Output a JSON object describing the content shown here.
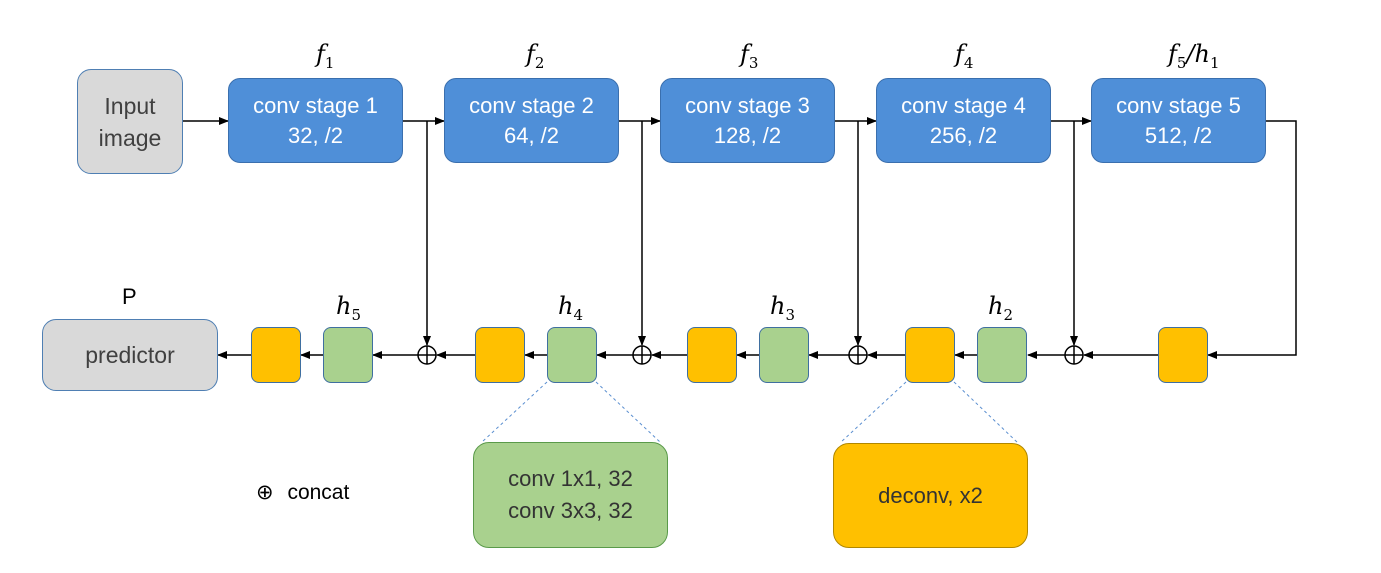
{
  "input": {
    "line1": "Input",
    "line2": "image"
  },
  "stages": [
    {
      "name": "conv stage 1",
      "spec": "32, /2",
      "feature": "f",
      "sub": "1"
    },
    {
      "name": "conv stage 2",
      "spec": "64, /2",
      "feature": "f",
      "sub": "2"
    },
    {
      "name": "conv stage 3",
      "spec": "128, /2",
      "feature": "f",
      "sub": "3"
    },
    {
      "name": "conv stage 4",
      "spec": "256, /2",
      "feature": "f",
      "sub": "4"
    },
    {
      "name": "conv stage 5",
      "spec": "512, /2",
      "feature": "f",
      "sub": "5",
      "extra": "/h",
      "extra_sub": "1"
    }
  ],
  "merge_labels": [
    {
      "var": "h",
      "sub": "5"
    },
    {
      "var": "h",
      "sub": "4"
    },
    {
      "var": "h",
      "sub": "3"
    },
    {
      "var": "h",
      "sub": "2"
    }
  ],
  "predictor": {
    "label": "predictor",
    "title": "P"
  },
  "detail_green": {
    "line1": "conv 1x1, 32",
    "line2": "conv 3x3, 32"
  },
  "detail_yellow": {
    "line1": "deconv, x2"
  },
  "legend": {
    "symbol": "⊕",
    "text": "concat"
  },
  "colors": {
    "stage_blue": "#4f8fd8",
    "deconv_yellow": "#ffc000",
    "conv_green": "#a9d18e",
    "io_gray": "#d9d9d9"
  }
}
